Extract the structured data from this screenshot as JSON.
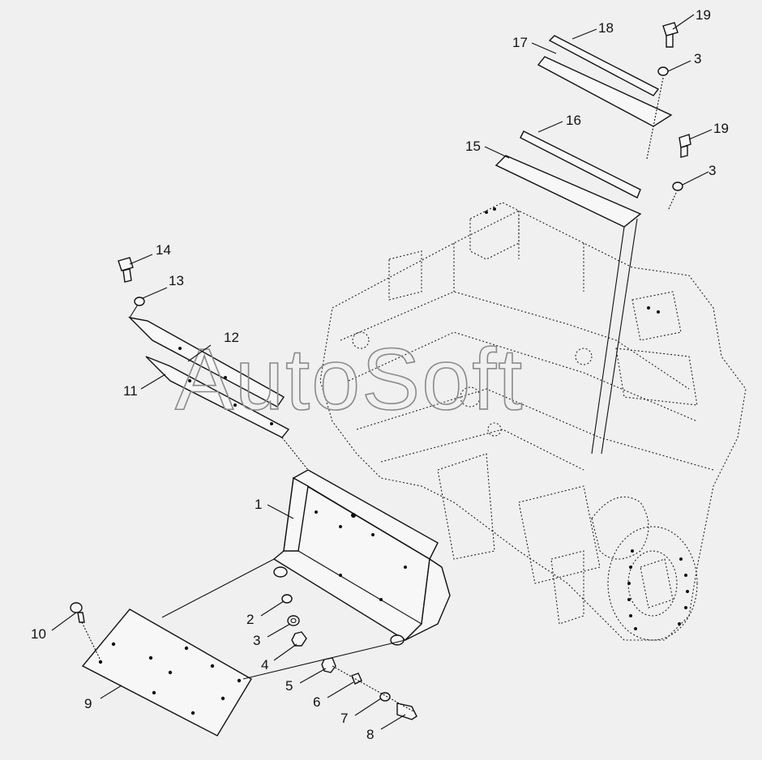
{
  "watermark": "AutoSoft",
  "callouts": {
    "c1": "1",
    "c2": "2",
    "c3a": "3",
    "c3b": "3",
    "c3c": "3",
    "c4": "4",
    "c5": "5",
    "c6": "6",
    "c7": "7",
    "c8": "8",
    "c9": "9",
    "c10": "10",
    "c11": "11",
    "c12": "12",
    "c13": "13",
    "c14": "14",
    "c15": "15",
    "c16": "16",
    "c17": "17",
    "c18": "18",
    "c19a": "19",
    "c19b": "19"
  },
  "colors": {
    "background": "#f0f0f0",
    "line": "#111111",
    "watermark": "#8a8a8a"
  }
}
